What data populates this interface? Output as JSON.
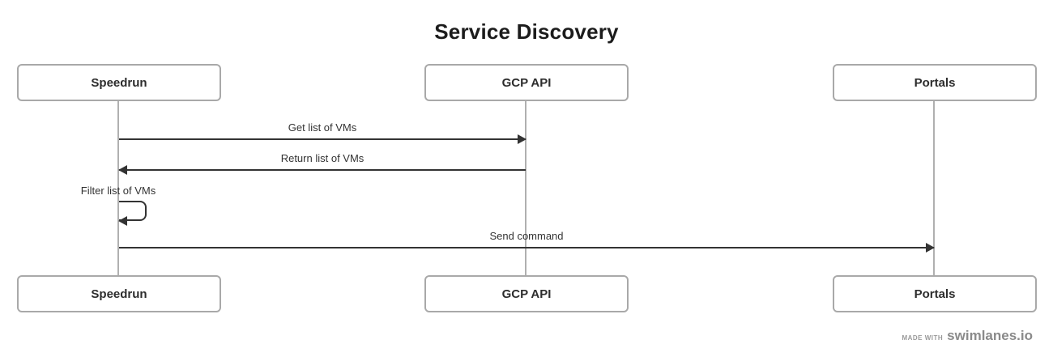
{
  "title": "Service Discovery",
  "actors": [
    {
      "label": "Speedrun"
    },
    {
      "label": "GCP API"
    },
    {
      "label": "Portals"
    }
  ],
  "messages": [
    {
      "label": "Get list of VMs",
      "from": "Speedrun",
      "to": "GCP API",
      "direction": "right"
    },
    {
      "label": "Return list of VMs",
      "from": "GCP API",
      "to": "Speedrun",
      "direction": "left"
    },
    {
      "label": "Filter list of VMs",
      "from": "Speedrun",
      "to": "Speedrun",
      "direction": "self"
    },
    {
      "label": "Send command",
      "from": "Speedrun",
      "to": "Portals",
      "direction": "right"
    }
  ],
  "footer": {
    "made_with": "MADE WITH",
    "brand": "swimlanes.io"
  },
  "colors": {
    "arrow": "#333333",
    "lifeline": "#b0b0b0",
    "box_border": "#a9a9a9",
    "text": "#2d2d2d",
    "muted": "#8a8a8a"
  }
}
